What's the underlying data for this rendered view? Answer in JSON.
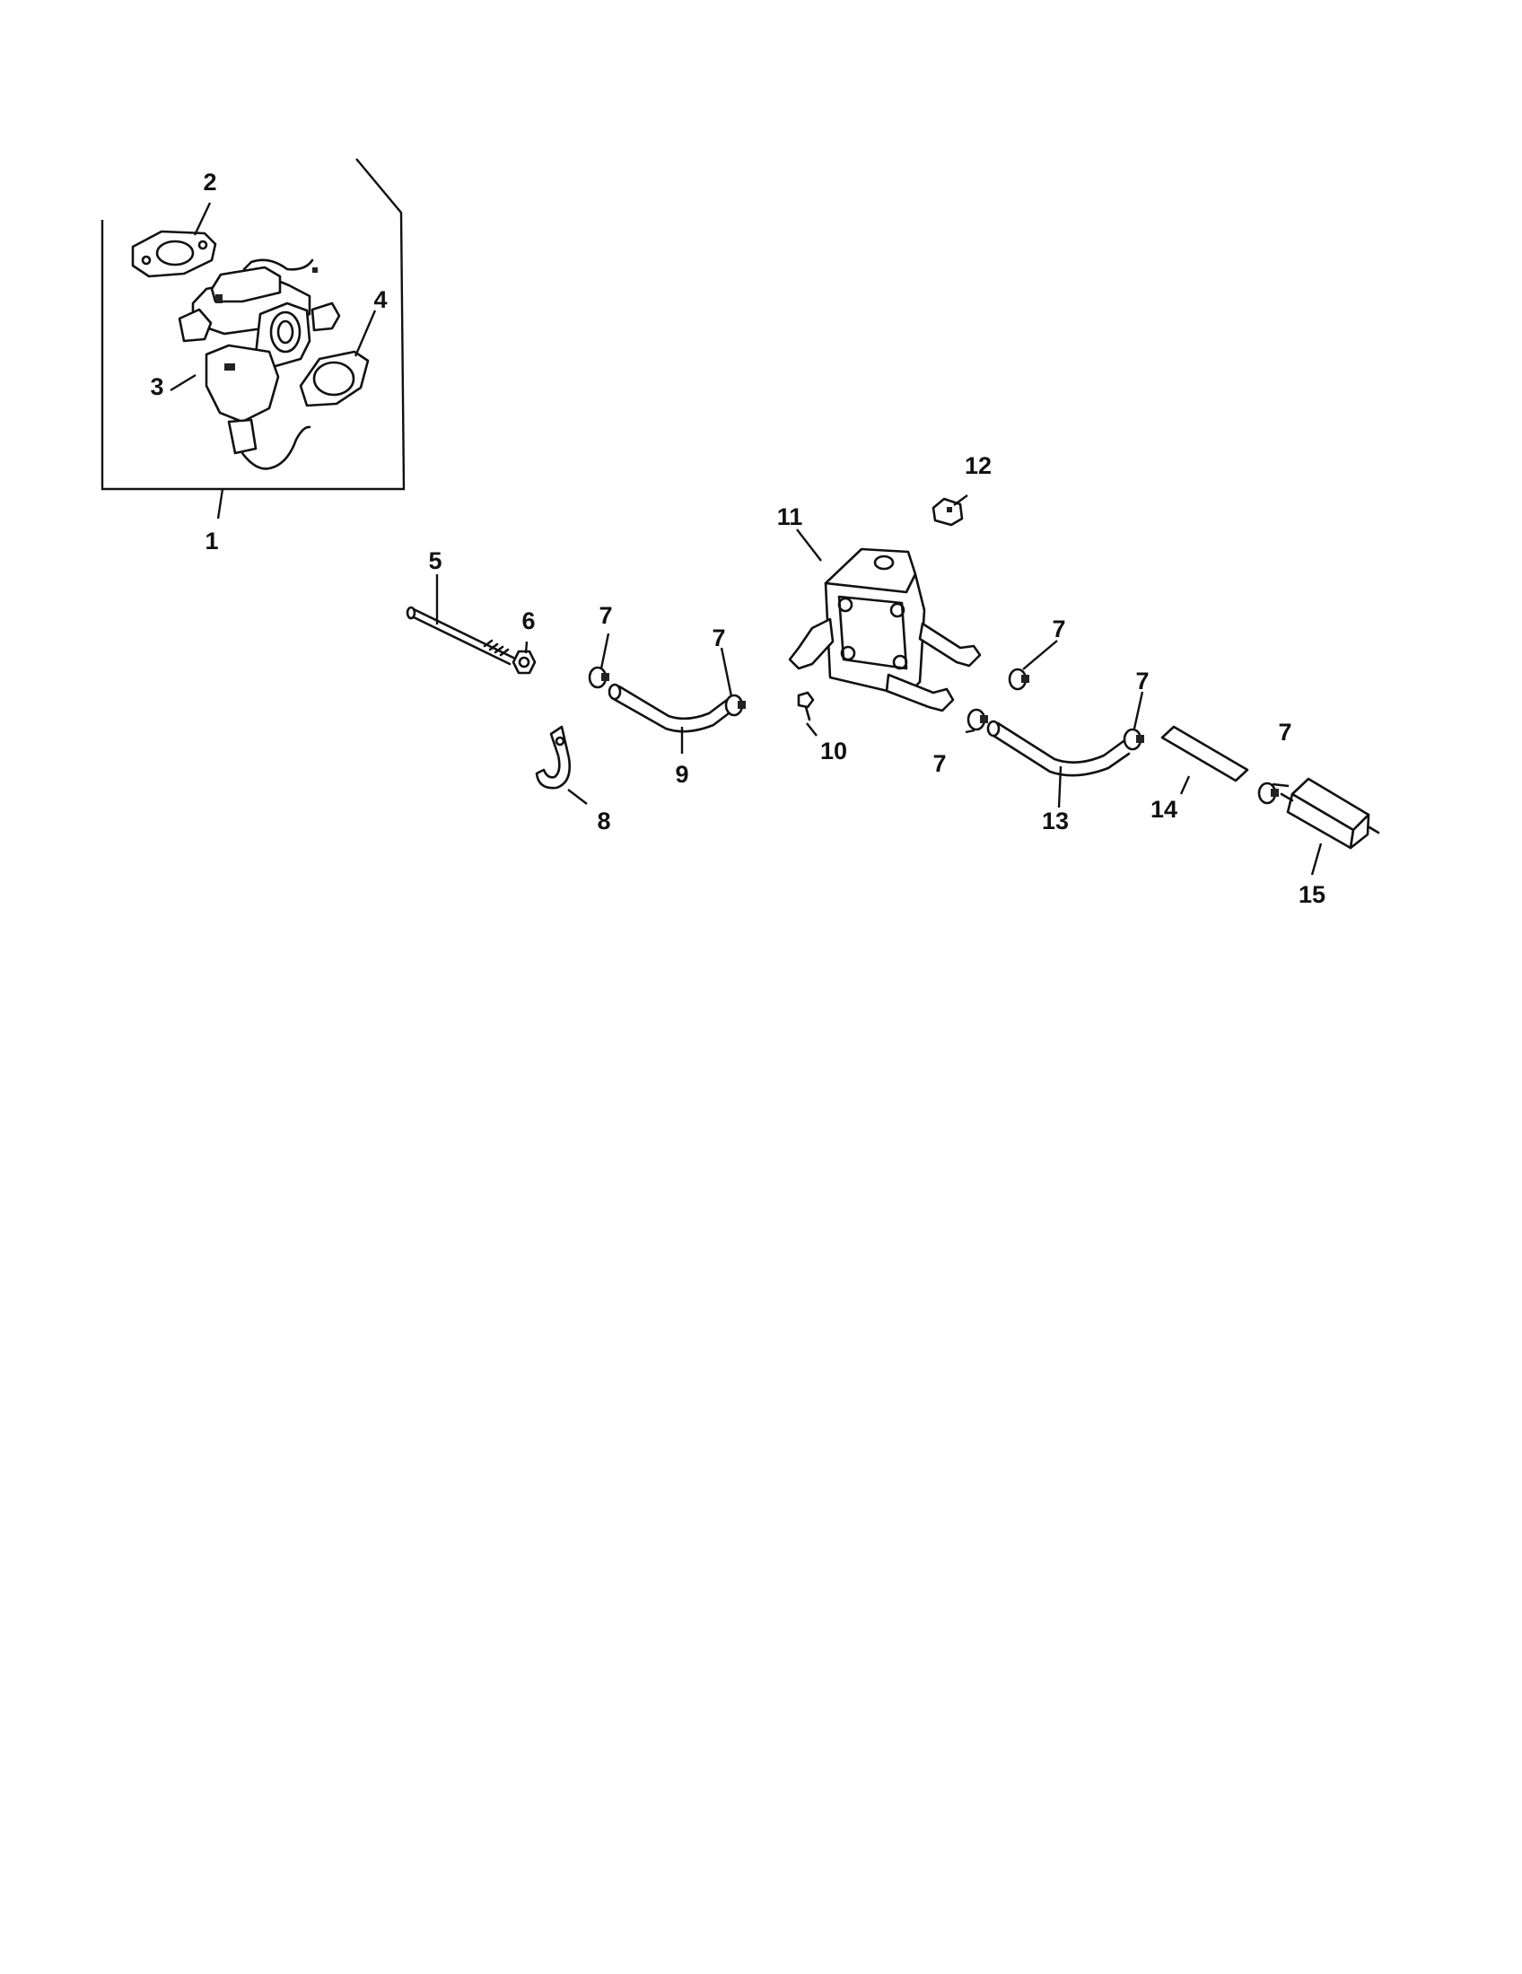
{
  "callouts": {
    "c1": "1",
    "c2": "2",
    "c3": "3",
    "c4": "4",
    "c5": "5",
    "c6": "6",
    "c7a": "7",
    "c7b": "7",
    "c7c": "7",
    "c7d": "7",
    "c7e": "7",
    "c7f": "7",
    "c8": "8",
    "c9": "9",
    "c10": "10",
    "c11": "11",
    "c12": "12",
    "c13": "13",
    "c14": "14",
    "c15": "15"
  }
}
